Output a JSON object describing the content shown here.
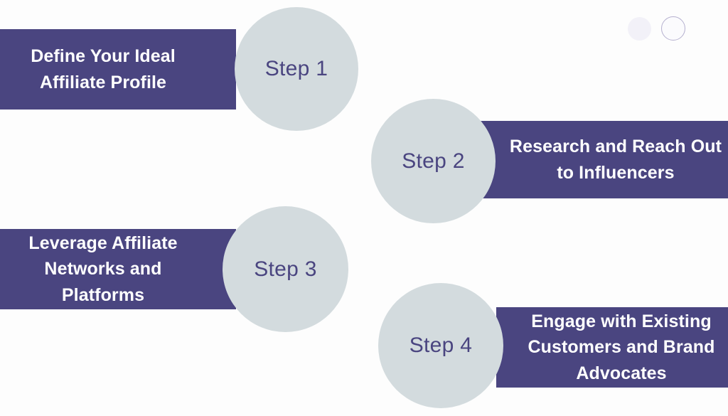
{
  "page": {
    "background_color": "#fdfdfd",
    "bar_color": "#4a4580",
    "circle_color": "#d3dbde",
    "bar_text_color": "#ffffff",
    "circle_text_color": "#4a4580"
  },
  "steps": [
    {
      "badge": "Step 1",
      "title_line_1": "Define Your Ideal",
      "title_line_2": "Affiliate Profile",
      "title_line_3": ""
    },
    {
      "badge": "Step 2",
      "title_line_1": "Research and Reach Out",
      "title_line_2": "to Influencers",
      "title_line_3": ""
    },
    {
      "badge": "Step 3",
      "title_line_1": "Leverage Affiliate",
      "title_line_2": "Networks and",
      "title_line_3": "Platforms"
    },
    {
      "badge": "Step 4",
      "title_line_1": "Engage with Existing",
      "title_line_2": "Customers and Brand",
      "title_line_3": "Advocates"
    }
  ],
  "decorations": {
    "filled_dot_color": "#f2f1f8",
    "outline_dot_border_color": "#b5b0cf"
  }
}
